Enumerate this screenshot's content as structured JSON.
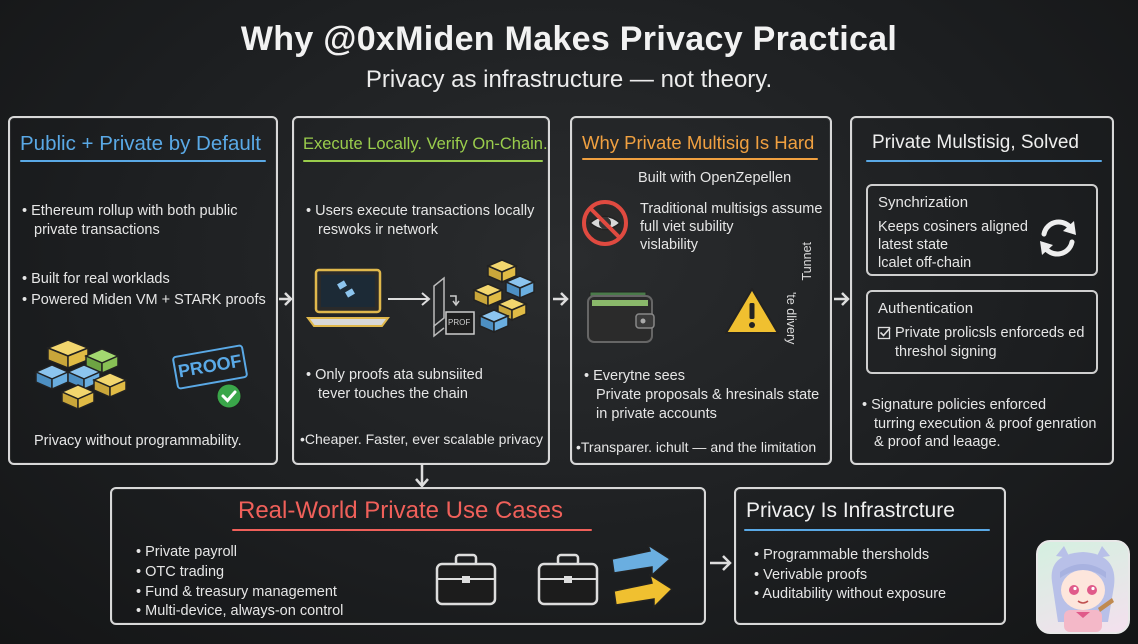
{
  "header": {
    "title": "Why @0xMiden Makes Privacy Practical",
    "subtitle": "Privacy as infrastructure — not theory."
  },
  "colors": {
    "blue": "#5aa9e6",
    "green": "#9acd4c",
    "orange": "#f0a040",
    "red": "#f0605a",
    "cube_yellow": "#e8c24a",
    "cube_blue": "#6aaee0",
    "cube_green": "#8cc85a"
  },
  "panel1": {
    "title": "Public + Private by Default",
    "b1a": "Ethereum rollup with both public",
    "b1b": "private transactions",
    "b2": "Built for real worklads",
    "b3": "Powered Miden VM + STARK proofs",
    "badge": "PROOF",
    "footer": "Privacy without programmability."
  },
  "panel2": {
    "title": "Execute Locally. Verify On-Chain.",
    "b1a": "Users execute transactions locally",
    "b1b": "reswoks ir network",
    "doc_label": "PROF",
    "b2a": "Only proofs ata subnsiited",
    "b2b": "tever touches the chain",
    "footer": "•Cheaper. Faster, ever scalable privacy"
  },
  "panel3": {
    "title": "Why Private Multisig Is Hard",
    "subtitle": "Built with OpenZepellen",
    "t1": "Traditional multisigs assume",
    "t2": "full viet subility",
    "t3": "vislability",
    "side1": "Tunnet",
    "side2": "'te dlivery",
    "b1": "Everytne sees",
    "b2": "Private proposals & hresinals state",
    "b3": "in private accounts",
    "footer": "•Transparer. ichult — and the limitation"
  },
  "panel4": {
    "title": "Private Mulstisig, Solved",
    "sync": {
      "title": "Synchrization",
      "l1": "Keeps cosiners aligned",
      "l2": "latest state",
      "l3": "lcalet off-chain"
    },
    "auth": {
      "title": "Authentication",
      "l1": "Private prolicsls enforceds ed",
      "l2": "threshol signing"
    },
    "b1": "Signature policies enforced",
    "b2": "turring execution & proof genration",
    "b3": "& proof and leaage."
  },
  "panel5": {
    "title": "Real-World Private Use Cases",
    "items": [
      "Private payroll",
      "OTC trading",
      "Fund & treasury management",
      "Multi-device, always-on control"
    ]
  },
  "panel6": {
    "title": "Privacy Is Infrastrcture",
    "items": [
      "Programmable thersholds",
      "Verivable proofs",
      "Auditability without exposure"
    ]
  }
}
